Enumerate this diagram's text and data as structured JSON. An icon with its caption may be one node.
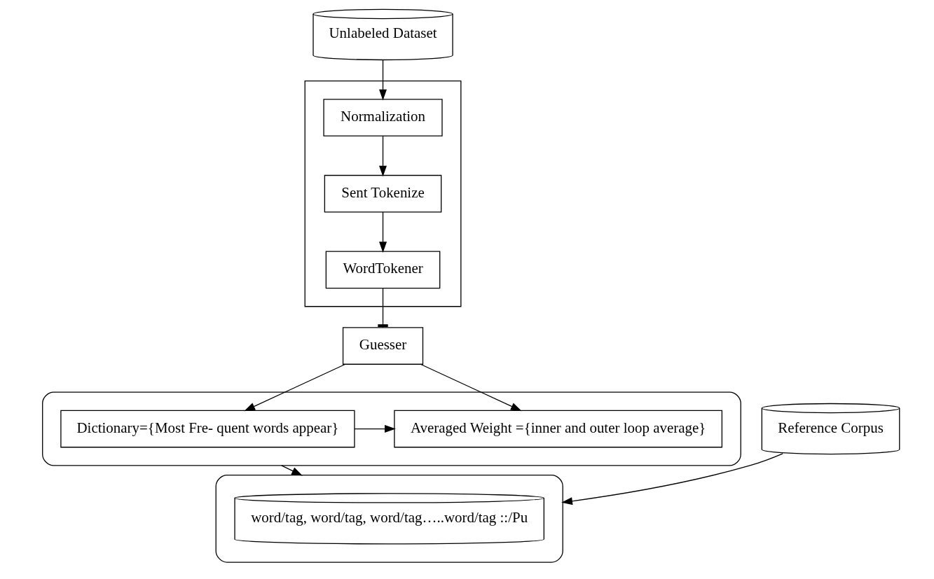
{
  "diagram": {
    "nodes": [
      {
        "text": [
          "Unlabeled Dataset"
        ]
      },
      {
        "text": [],
        "shape": "box"
      },
      {
        "text": [
          "Normalization"
        ],
        "in": 1
      },
      {
        "text": [
          "Sent Tokenize"
        ],
        "in": 1
      },
      {
        "text": [
          "WordTokener"
        ],
        "in": 1
      },
      {
        "text": [],
        "shape": "cylinder"
      },
      {
        "text": [
          "Guesser"
        ]
      },
      {
        "text": [
          "Dictionary={Most Fre- quent words appear}"
        ],
        "in": 5
      },
      {
        "text": [
          "Averaged Weight ={inner and outer loop average}"
        ],
        "in": 5
      },
      {
        "text": [
          "Reference Corpus"
        ]
      },
      {
        "text": [],
        "shape": "cylinder"
      },
      {
        "text": [
          "word/tag, word/tag, word/tag…..word/tag ::/Pu"
        ],
        "in": 10
      }
    ],
    "edges": [
      {
        "from": 0,
        "to": 2,
        "arrow": "to"
      },
      {
        "from": 2,
        "to": 3,
        "arrow": "to"
      },
      {
        "from": 3,
        "to": 4,
        "arrow": "to"
      },
      {
        "from": 4,
        "to": 6,
        "arrow": "other"
      },
      {
        "from": 6,
        "to": 7,
        "arrow": "to"
      },
      {
        "from": 6,
        "to": 8,
        "arrow": "to"
      },
      {
        "from": 7,
        "to": 8,
        "arrow": "to"
      },
      {
        "from": 5,
        "to": 10,
        "arrow": "to"
      },
      {
        "from": 9,
        "to": 10,
        "arrow": "to"
      }
    ]
  }
}
